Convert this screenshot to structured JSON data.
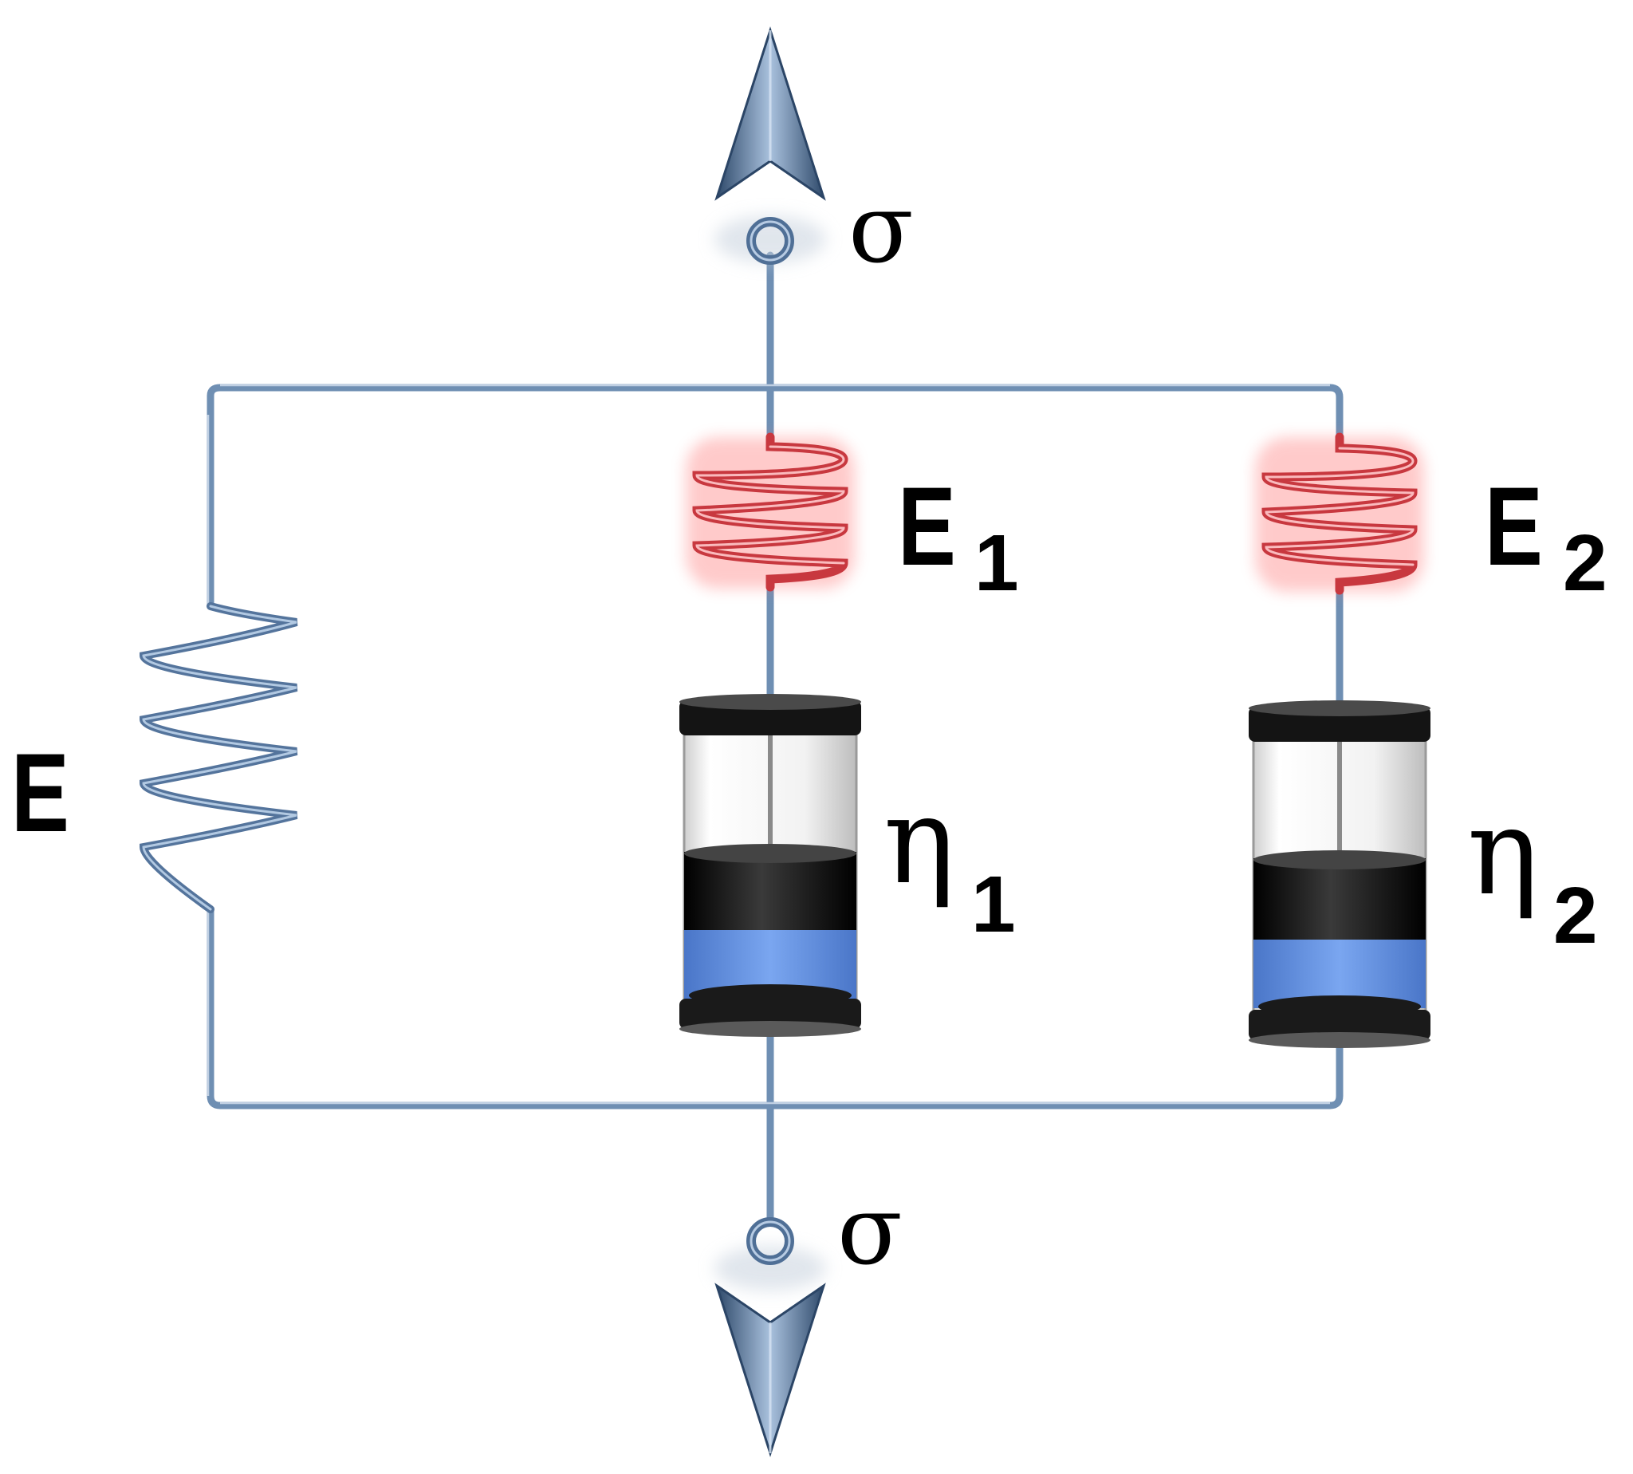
{
  "labels": {
    "sigma_top": "σ",
    "sigma_bottom": "σ",
    "spring_main": "E",
    "spring_1": "E",
    "spring_1_sub": "1",
    "spring_2": "E",
    "spring_2_sub": "2",
    "dashpot_1": "η",
    "dashpot_1_sub": "1",
    "dashpot_2": "η",
    "dashpot_2_sub": "2"
  },
  "colors": {
    "wire": "#6f8fb3",
    "wire_dark": "#3e5a7a",
    "spring_main": "#7b9cc4",
    "spring_red": "#d9474c",
    "spring_glow": "#ff6b6b",
    "dashpot_cap": "#1a1a1a",
    "dashpot_fluid": "#5b8de0",
    "dashpot_piston": "#111111",
    "arrow": "#5d7ea3"
  },
  "icons": {
    "top_arrow": "arrow-up-icon",
    "bottom_arrow": "arrow-down-icon"
  }
}
